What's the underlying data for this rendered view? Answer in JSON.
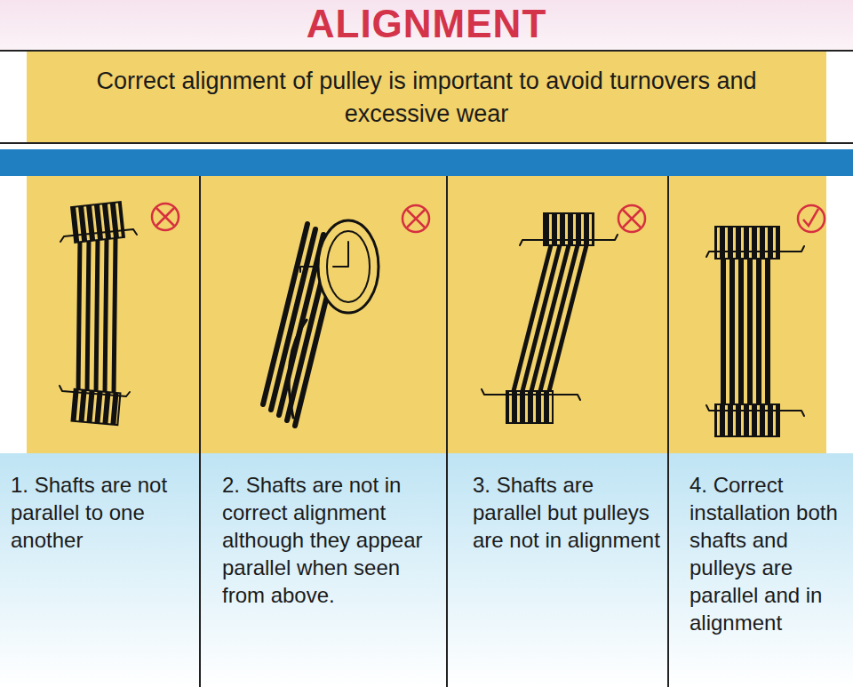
{
  "diagram": {
    "title": "ALIGNMENT",
    "nodes": [
      {
        "text": [
          "Correct alignment of pulley is important to avoid turnovers and excessive wear"
        ]
      },
      {
        "text": [
          "1. Shafts are not parallel to one another"
        ]
      },
      {
        "text": [
          "2. Shafts are not in correct alignment although they appear parallel when seen from above."
        ]
      },
      {
        "text": [
          "3. Shafts are parallel but pulleys are not in alignment"
        ]
      },
      {
        "text": [
          "4. Correct installation both shafts and pulleys are parallel and in alignment"
        ]
      }
    ]
  }
}
